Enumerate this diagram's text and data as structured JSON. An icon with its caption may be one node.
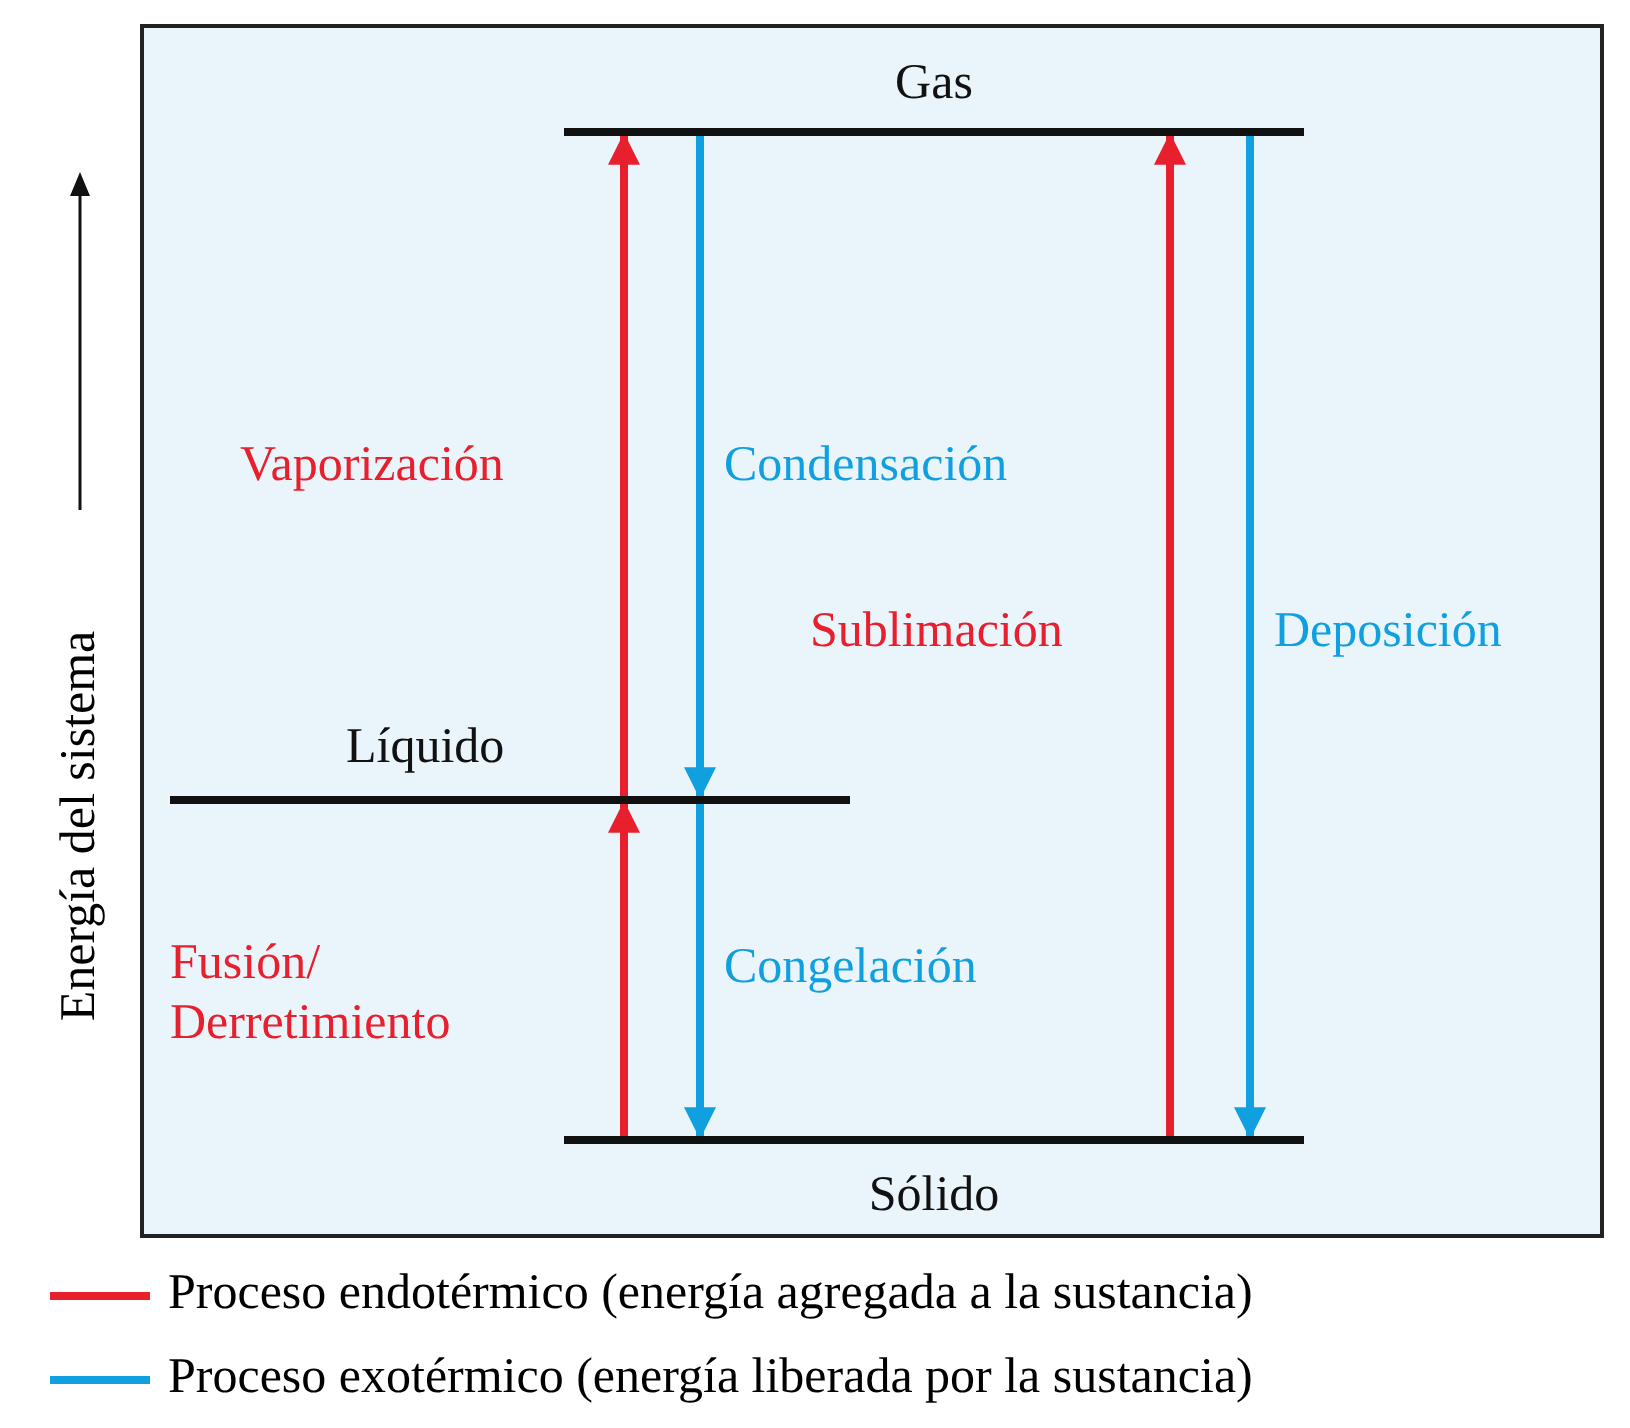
{
  "diagram": {
    "nodes": [
      {
        "text": [
          "Gas"
        ]
      },
      {
        "text": [
          "Líquido"
        ]
      },
      {
        "text": [
          "Sólido"
        ]
      }
    ],
    "edges": [
      {
        "from": 1,
        "to": 0,
        "arrow": "to",
        "label": "Vaporización",
        "color": "#e8202e"
      },
      {
        "from": 0,
        "to": 1,
        "arrow": "to",
        "label": "Condensación",
        "color": "#10a0e0"
      },
      {
        "from": 2,
        "to": 0,
        "arrow": "to",
        "label": "Sublimación",
        "color": "#e8202e"
      },
      {
        "from": 0,
        "to": 2,
        "arrow": "to",
        "label": "Deposición",
        "color": "#10a0e0"
      },
      {
        "from": 2,
        "to": 1,
        "arrow": "to",
        "label": "Fusión/ Derretimiento",
        "color": "#e8202e"
      },
      {
        "from": 1,
        "to": 2,
        "arrow": "to",
        "label": "Congelación",
        "color": "#10a0e0"
      }
    ],
    "labels": [
      "Energía del sistema"
    ],
    "legend": [
      {
        "text": "Proceso endotérmico (energía agregada a la sustancia)",
        "color": "#e8202e"
      },
      {
        "text": "Proceso exotérmico (energía liberada por la sustancia)",
        "color": "#10a0e0"
      }
    ]
  }
}
